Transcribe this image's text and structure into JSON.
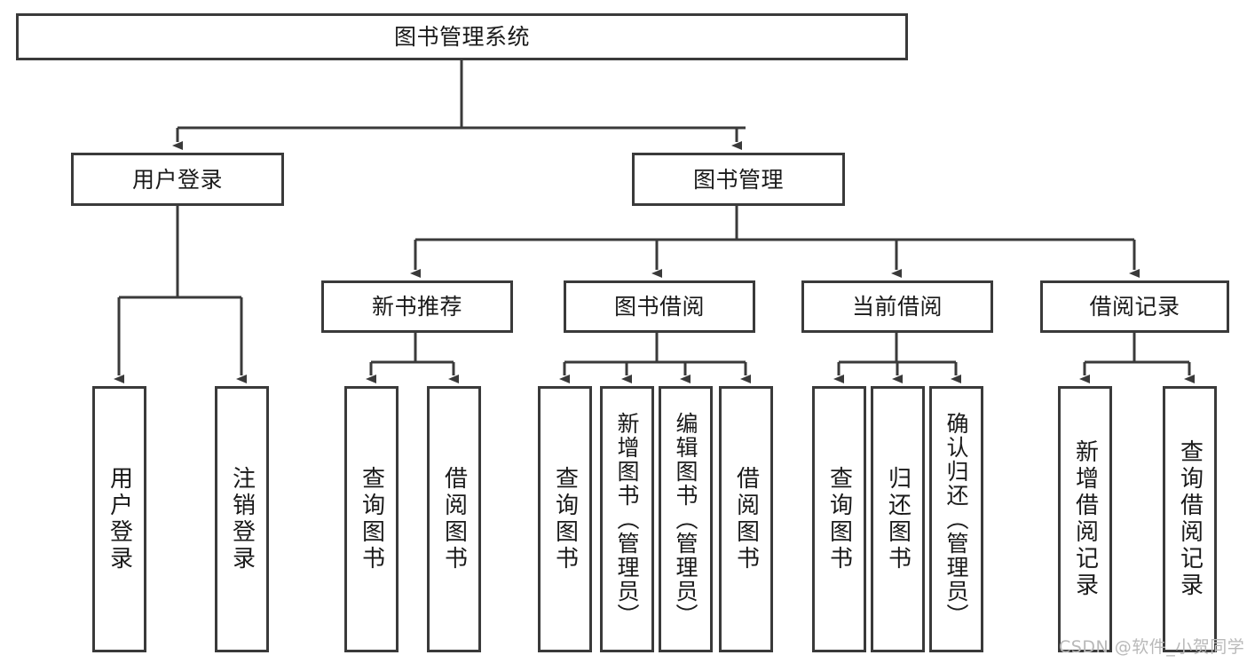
{
  "diagram": {
    "title": "图书管理系统",
    "type": "tree-hierarchy-diagram",
    "watermark": "CSDN @软件_小贺同学",
    "colors": {
      "stroke": "#3a3a3a",
      "fill": "#ffffff",
      "text": "#1a1a1a",
      "watermark": "#b9b9b9"
    },
    "nodes": {
      "root": {
        "label": "图书管理系统"
      },
      "level2": [
        {
          "id": "user-login",
          "label": "用户登录"
        },
        {
          "id": "book-manage",
          "label": "图书管理"
        }
      ],
      "level3": [
        {
          "id": "new-book-recommend",
          "label": "新书推荐"
        },
        {
          "id": "book-borrow",
          "label": "图书借阅"
        },
        {
          "id": "current-borrow",
          "label": "当前借阅"
        },
        {
          "id": "borrow-record",
          "label": "借阅记录"
        }
      ],
      "leaves": {
        "user_login": [
          {
            "id": "leaf-user-login",
            "label": "用户登录"
          },
          {
            "id": "leaf-logout-login",
            "label": "注销登录"
          }
        ],
        "new_book_recommend": [
          {
            "id": "leaf-query-book-1",
            "label": "查询图书"
          },
          {
            "id": "leaf-borrow-book-1",
            "label": "借阅图书"
          }
        ],
        "book_borrow": [
          {
            "id": "leaf-query-book-2",
            "label": "查询图书"
          },
          {
            "id": "leaf-add-book",
            "label": "新增图书（管理员）"
          },
          {
            "id": "leaf-edit-book",
            "label": "编辑图书（管理员）"
          },
          {
            "id": "leaf-borrow-book-2",
            "label": "借阅图书"
          }
        ],
        "current_borrow": [
          {
            "id": "leaf-query-book-3",
            "label": "查询图书"
          },
          {
            "id": "leaf-return-book",
            "label": "归还图书"
          },
          {
            "id": "leaf-confirm-return",
            "label": "确认归还（管理员）"
          }
        ],
        "borrow_record": [
          {
            "id": "leaf-add-record",
            "label": "新增借阅记录"
          },
          {
            "id": "leaf-query-record",
            "label": "查询借阅记录"
          }
        ]
      }
    }
  }
}
